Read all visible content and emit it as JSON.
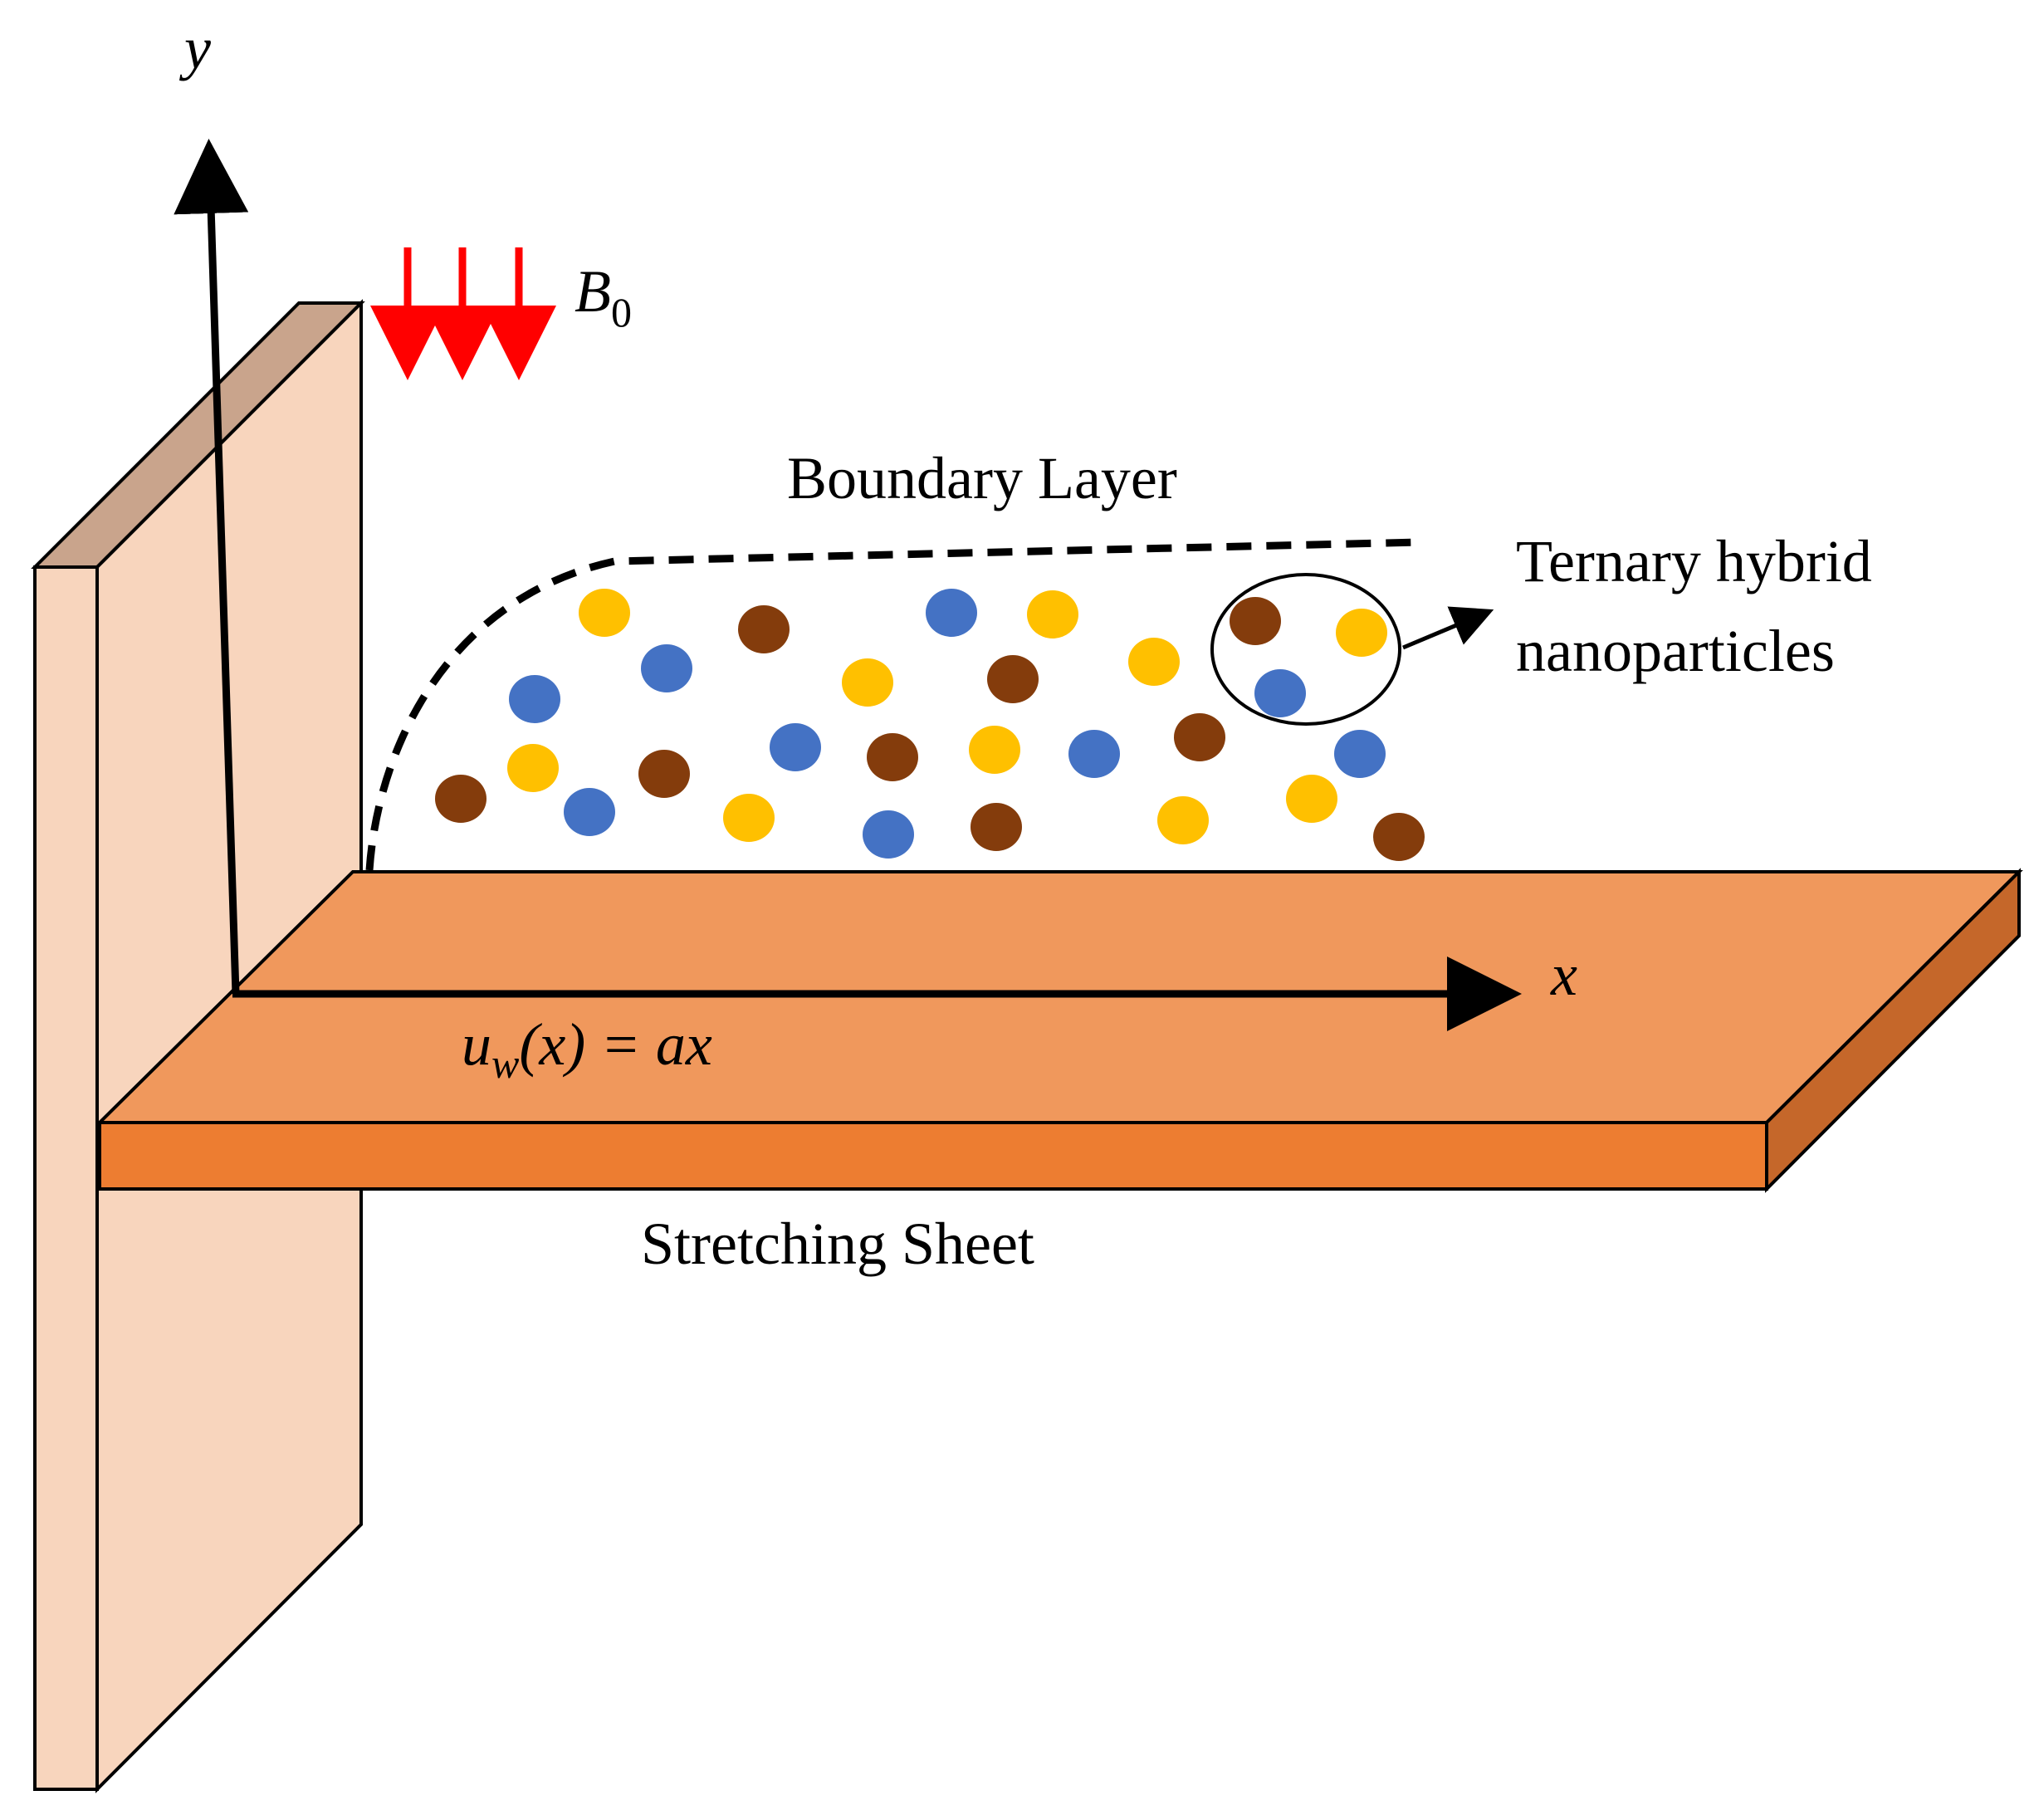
{
  "axes": {
    "y_label": "y",
    "x_label": "x"
  },
  "field": {
    "symbol": "B",
    "subscript": "0",
    "arrow_color": "#ff0000"
  },
  "labels": {
    "boundary_layer": "Boundary Layer",
    "nanoparticles_line1": "Ternary hybrid",
    "nanoparticles_line2": "nanoparticles",
    "stretching_sheet": "Stretching Sheet"
  },
  "velocity": {
    "u": "u",
    "sub": "w",
    "rest": "(x) = ax"
  },
  "colors": {
    "wall_face": "#f8d5bd",
    "wall_top": "#c9a48c",
    "sheet_top": "#f0985c",
    "sheet_front": "#ed7d31",
    "sheet_side": "#c5672a",
    "particle_yellow": "#ffc000",
    "particle_blue": "#4472c4",
    "particle_brown": "#843c0c"
  },
  "particle_types": [
    "yellow",
    "blue",
    "brown"
  ]
}
